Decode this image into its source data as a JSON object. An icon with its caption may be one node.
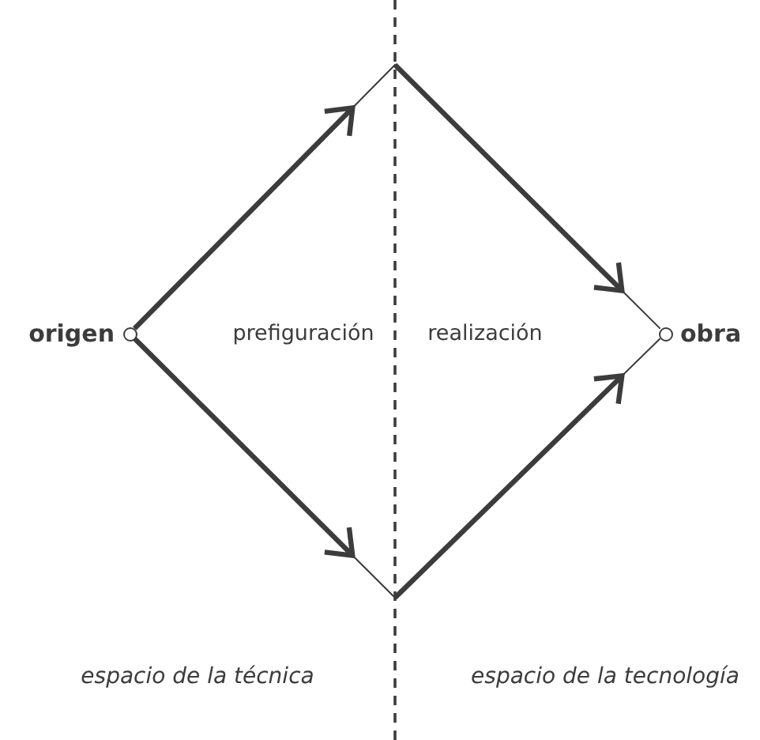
{
  "diagram": {
    "nodes": [
      {
        "text": [
          "origen"
        ]
      },
      {
        "text": [
          "obra"
        ]
      }
    ],
    "edges": [
      {
        "from": 0,
        "to": 1,
        "arrow": "to"
      },
      {
        "from": 0,
        "to": 1,
        "arrow": "to"
      }
    ],
    "labels": [
      "prefiguración",
      "realización",
      "espacio de la técnica",
      "espacio de la tecnología"
    ]
  }
}
